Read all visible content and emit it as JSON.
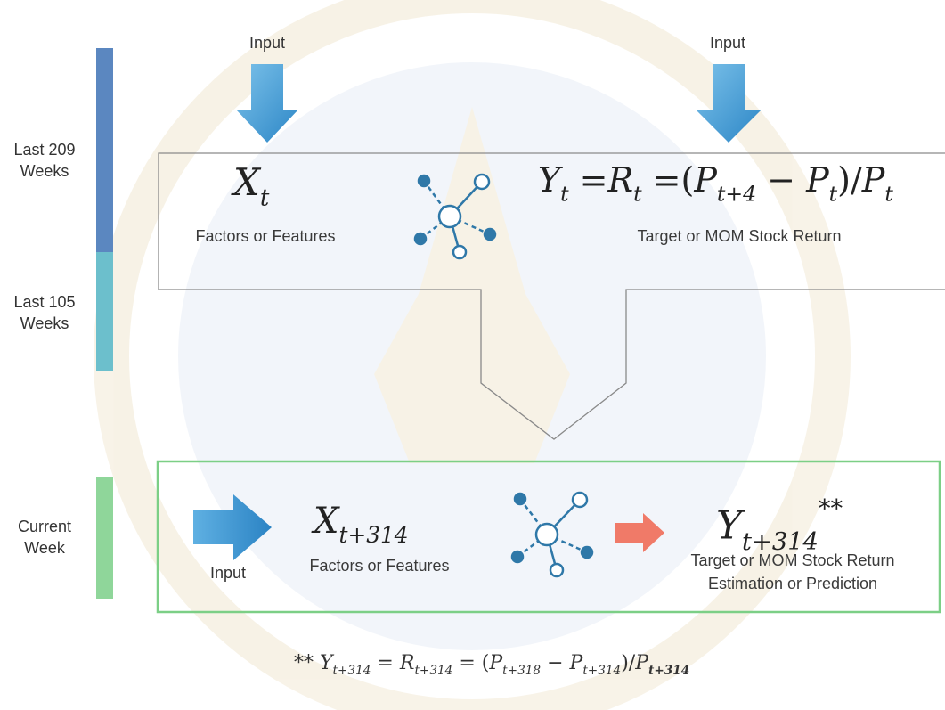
{
  "sidebar": {
    "last_209": "Last 209 Weeks",
    "last_105": "Last 105 Weeks",
    "current_week": "Current Week",
    "colors": {
      "last_209": "#5b87c0",
      "last_105": "#6cbfcc",
      "current": "#8fd69a"
    }
  },
  "training": {
    "input_left": "Input",
    "input_right": "Input",
    "x_var": "X",
    "x_sub": "t",
    "x_caption": "Factors or Features",
    "y_var": "Y",
    "y_sub": "t",
    "r_var": "R",
    "r_sub": "t",
    "p_var": "P",
    "p_sub_1": "t+4",
    "p_sub_2": "t",
    "p_sub_3": "t",
    "y_caption": "Target or MOM Stock Return",
    "icon": "network-icon"
  },
  "prediction": {
    "input": "Input",
    "x_var": "X",
    "x_sub": "t+314",
    "x_caption": "Factors or Features",
    "y_var": "Y",
    "y_sub": "t+314",
    "y_sup": "**",
    "y_caption_line1": "Target or MOM Stock Return",
    "y_caption_line2": "Estimation or Prediction",
    "icon": "network-icon",
    "arrow_color": "#f07a68"
  },
  "footnote": {
    "marker": "**",
    "y_sub": "t+314",
    "r_sub": "t+314",
    "p_sub_1": "t+318",
    "p_sub_2": "t+314",
    "p_sub_3": "t+314"
  },
  "colors": {
    "arrow_blue": "#3e97d1",
    "box_green": "#7ccf86",
    "icon_blue": "#2f78a8"
  }
}
